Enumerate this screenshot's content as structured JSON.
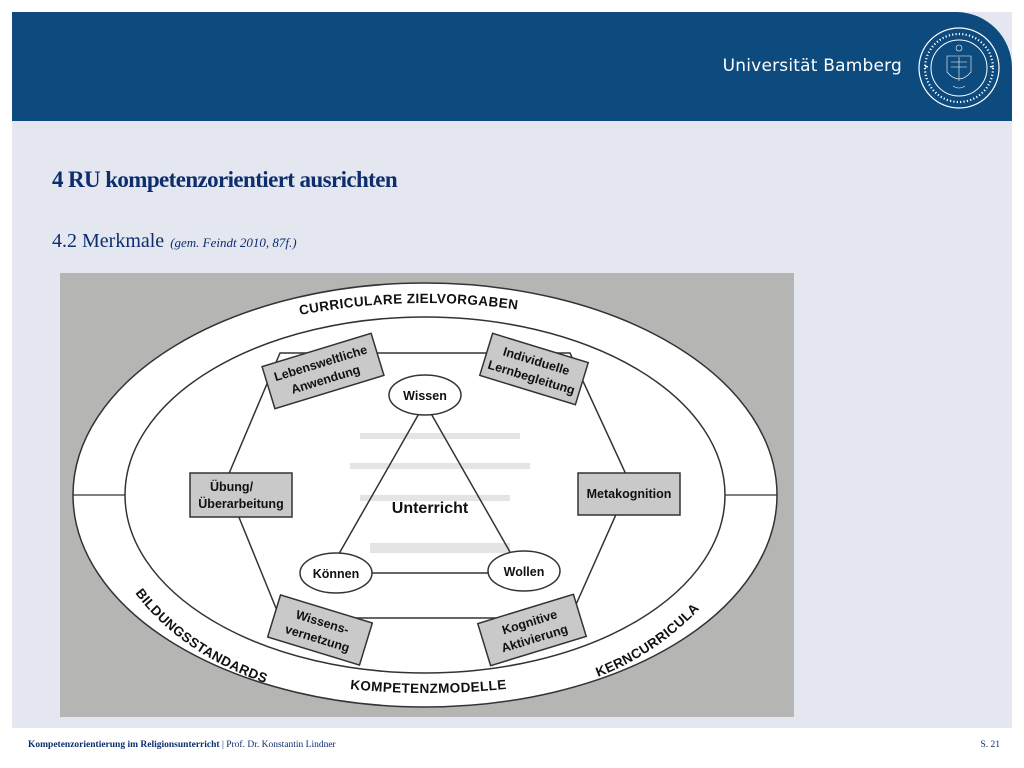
{
  "header": {
    "university_name": "Universität Bamberg",
    "seal_icon": "university-seal-icon",
    "colors": {
      "header_bg": "#0d4a7e",
      "slide_bg": "#e4e7ef",
      "title": "#0d2d6e"
    }
  },
  "slide": {
    "title": "4 RU kompetenzorientiert ausrichten",
    "subtitle": "4.2 Merkmale",
    "subtitle_reference": "(gem. Feindt 2010, 87f.)"
  },
  "diagram": {
    "ring_labels": {
      "top": "CURRICULARE ZIELVORGABEN",
      "bottom": "KOMPETENZMODELLE",
      "bottom_left": "BILDUNGSSTANDARDS",
      "bottom_right": "KERNCURRICULA"
    },
    "hexagon_boxes": {
      "top_left": [
        "Lebensweltliche",
        "Anwendung"
      ],
      "top_right": [
        "Individuelle",
        "Lernbegleitung"
      ],
      "left": [
        "Übung/",
        "Überarbeitung"
      ],
      "right": [
        "Metakognition"
      ],
      "bottom_left": [
        "Wissens-",
        "vernetzung"
      ],
      "bottom_right": [
        "Kognitive",
        "Aktivierung"
      ]
    },
    "triangle_nodes": {
      "top": "Wissen",
      "bottom_left": "Können",
      "bottom_right": "Wollen"
    },
    "center": "Unterricht"
  },
  "footer": {
    "course": "Kompetenzorientierung im Religionsunterricht",
    "separator": "|",
    "author": "Prof. Dr. Konstantin Lindner",
    "page": "S. 21"
  }
}
